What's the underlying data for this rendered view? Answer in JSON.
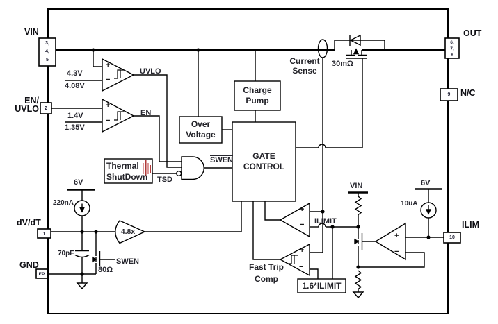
{
  "pins": {
    "vin": {
      "label": "VIN",
      "numbers": [
        "3,",
        "4,",
        "5"
      ]
    },
    "en_uvlo": {
      "label_line1": "EN/",
      "label_line2": "UVLO",
      "number": "2"
    },
    "dvdt": {
      "label": "dV/dT",
      "number": "1"
    },
    "gnd": {
      "label": "GND",
      "number": "EP"
    },
    "out": {
      "label": "OUT",
      "numbers": [
        "6,",
        "7,",
        "8"
      ]
    },
    "nc": {
      "label": "N/C",
      "number": "9"
    },
    "ilim": {
      "label": "ILIM",
      "number": "10"
    }
  },
  "blocks": {
    "charge_pump": {
      "line1": "Charge",
      "line2": "Pump"
    },
    "over_voltage": {
      "line1": "Over",
      "line2": "Voltage"
    },
    "gate_control": {
      "line1": "GATE",
      "line2": "CONTROL"
    },
    "thermal_shutdown": {
      "line1": "Thermal",
      "line2": "ShutDown"
    },
    "fast_trip_ref": {
      "label": "1.6*ILIMIT"
    }
  },
  "signals": {
    "uvlo": "UVLO",
    "en": "EN",
    "swen_gate": "SWEN",
    "swen_fet": "SWEN",
    "tsd": "TSD",
    "ilimit": "ILIMIT",
    "vin_rail": "VIN"
  },
  "values": {
    "uvlo_rise": "4.3V",
    "uvlo_fall": "4.08V",
    "en_rise": "1.4V",
    "en_fall": "1.35V",
    "rdson": "30mΩ",
    "supply_left": "6V",
    "source_left": "220nA",
    "cap": "70pF",
    "res": "80Ω",
    "gain": "4.8x",
    "supply_right": "6V",
    "source_right": "10uA"
  },
  "annotations": {
    "current_sense_line1": "Current",
    "current_sense_line2": "Sense",
    "fast_trip_line1": "Fast Trip",
    "fast_trip_line2": "Comp"
  },
  "glyphs": {
    "plus": "+",
    "minus": "−"
  },
  "colors": {
    "ink": "#000000",
    "thermo_dark": "#b03a3a",
    "thermo_light": "#dd9a9a"
  }
}
